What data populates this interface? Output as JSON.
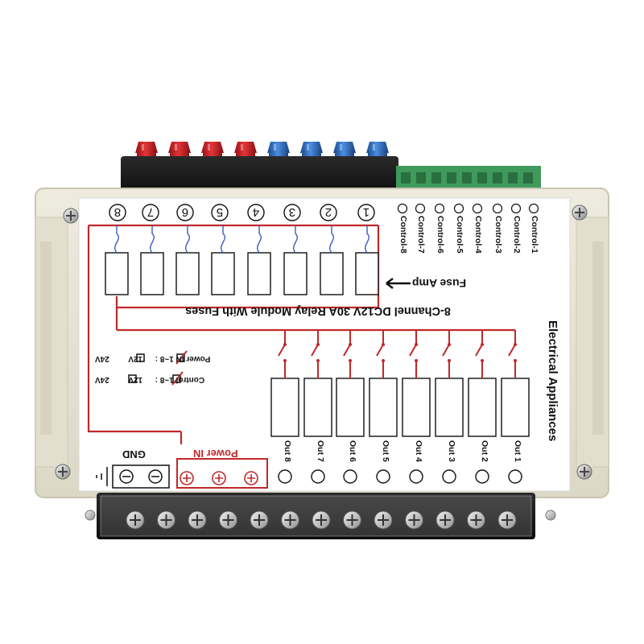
{
  "board": {
    "title": "8-Channel DC12V 30A  Relay Module With Fuses",
    "fuse_label": "Fuse Amp",
    "side_label": "Electrical Appliances",
    "gnd_label": "GND",
    "power_in_label": "Power IN",
    "power_select": {
      "row1_prefix": "Power IN 1~8 :",
      "row2_prefix": "Control 1~8 :",
      "opt_12v": "12V",
      "opt_24v": "24V"
    },
    "channel_numbers": [
      "8",
      "7",
      "6",
      "5",
      "4",
      "3",
      "2",
      "1"
    ],
    "outputs": [
      "Out 8",
      "Out 7",
      "Out 6",
      "Out 5",
      "Out 4",
      "Out 3",
      "Out 2",
      "Out 1"
    ],
    "controls": [
      "Control-8",
      "Control-7",
      "Control-6",
      "Control-5",
      "Control-4",
      "Control-3",
      "Control-2",
      "Control-1"
    ]
  },
  "colors": {
    "trace_red": "#c0282a",
    "fuse_red": "#d3232a",
    "fuse_blue": "#2f73c8",
    "housing": "#e9e6d8",
    "label_bg": "#ffffff",
    "terminal_green": "#3f9a5c"
  },
  "fuses": [
    "red",
    "red",
    "red",
    "red",
    "blue",
    "blue",
    "blue",
    "blue"
  ]
}
